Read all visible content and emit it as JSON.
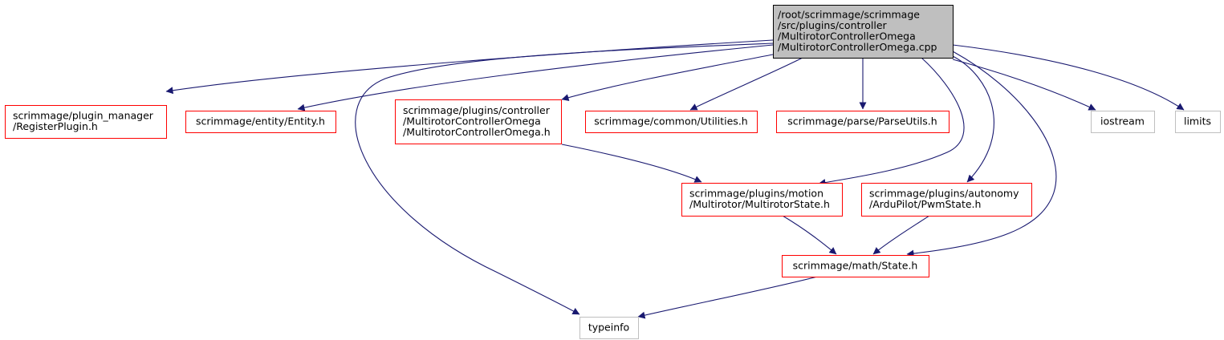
{
  "graph": {
    "colors": {
      "edge": "#191970",
      "root_fill": "#bfbfbf",
      "root_border": "#000000",
      "project_border": "#ff0000",
      "external_border": "#bfbfbf",
      "node_fill": "#ffffff",
      "text": "#000000"
    },
    "nodes": [
      {
        "id": "root",
        "kind": "root",
        "lines": [
          "/root/scrimmage/scrimmage",
          "/src/plugins/controller",
          "/MultirotorControllerOmega",
          "/MultirotorControllerOmega.cpp"
        ]
      },
      {
        "id": "register-plugin",
        "kind": "project",
        "lines": [
          "scrimmage/plugin_manager",
          "/RegisterPlugin.h"
        ]
      },
      {
        "id": "entity",
        "kind": "project",
        "lines": [
          "scrimmage/entity/Entity.h"
        ]
      },
      {
        "id": "controller-omega-h",
        "kind": "project",
        "lines": [
          "scrimmage/plugins/controller",
          "/MultirotorControllerOmega",
          "/MultirotorControllerOmega.h"
        ]
      },
      {
        "id": "utilities",
        "kind": "project",
        "lines": [
          "scrimmage/common/Utilities.h"
        ]
      },
      {
        "id": "parse-utils",
        "kind": "project",
        "lines": [
          "scrimmage/parse/ParseUtils.h"
        ]
      },
      {
        "id": "iostream",
        "kind": "external",
        "lines": [
          "iostream"
        ]
      },
      {
        "id": "limits",
        "kind": "external",
        "lines": [
          "limits"
        ]
      },
      {
        "id": "multirotor-state",
        "kind": "project",
        "lines": [
          "scrimmage/plugins/motion",
          "/Multirotor/MultirotorState.h"
        ]
      },
      {
        "id": "pwm-state",
        "kind": "project",
        "lines": [
          "scrimmage/plugins/autonomy",
          "/ArduPilot/PwmState.h"
        ]
      },
      {
        "id": "math-state",
        "kind": "project",
        "lines": [
          "scrimmage/math/State.h"
        ]
      },
      {
        "id": "typeinfo",
        "kind": "external",
        "lines": [
          "typeinfo"
        ]
      }
    ],
    "edges": [
      {
        "from": "root",
        "to": "register-plugin"
      },
      {
        "from": "root",
        "to": "entity"
      },
      {
        "from": "root",
        "to": "controller-omega-h"
      },
      {
        "from": "root",
        "to": "utilities"
      },
      {
        "from": "root",
        "to": "parse-utils"
      },
      {
        "from": "root",
        "to": "iostream"
      },
      {
        "from": "root",
        "to": "limits"
      },
      {
        "from": "root",
        "to": "typeinfo"
      },
      {
        "from": "root",
        "to": "multirotor-state"
      },
      {
        "from": "root",
        "to": "pwm-state"
      },
      {
        "from": "root",
        "to": "math-state"
      },
      {
        "from": "controller-omega-h",
        "to": "multirotor-state"
      },
      {
        "from": "multirotor-state",
        "to": "math-state"
      },
      {
        "from": "pwm-state",
        "to": "math-state"
      },
      {
        "from": "math-state",
        "to": "typeinfo"
      }
    ]
  }
}
